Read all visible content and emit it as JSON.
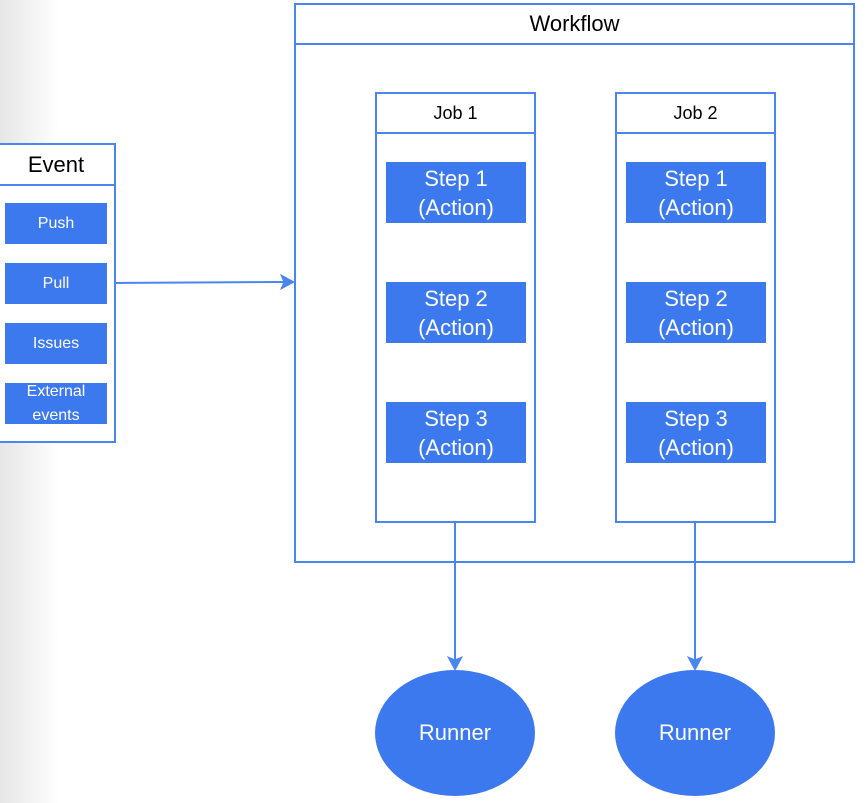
{
  "workflow": {
    "title": "Workflow",
    "jobs": [
      {
        "title": "Job 1",
        "steps": [
          "Step 1\n(Action)",
          "Step 2\n(Action)",
          "Step 3\n(Action)"
        ]
      },
      {
        "title": "Job 2",
        "steps": [
          "Step 1\n(Action)",
          "Step 2\n(Action)",
          "Step 3\n(Action)"
        ]
      }
    ]
  },
  "event": {
    "title": "Event",
    "items": [
      "Push",
      "Pull",
      "Issues",
      "External\nevents"
    ]
  },
  "runners": [
    "Runner",
    "Runner"
  ],
  "colors": {
    "border": "#4a86f0",
    "fill": "#3c79ee",
    "text_on_fill": "#ffffff"
  }
}
